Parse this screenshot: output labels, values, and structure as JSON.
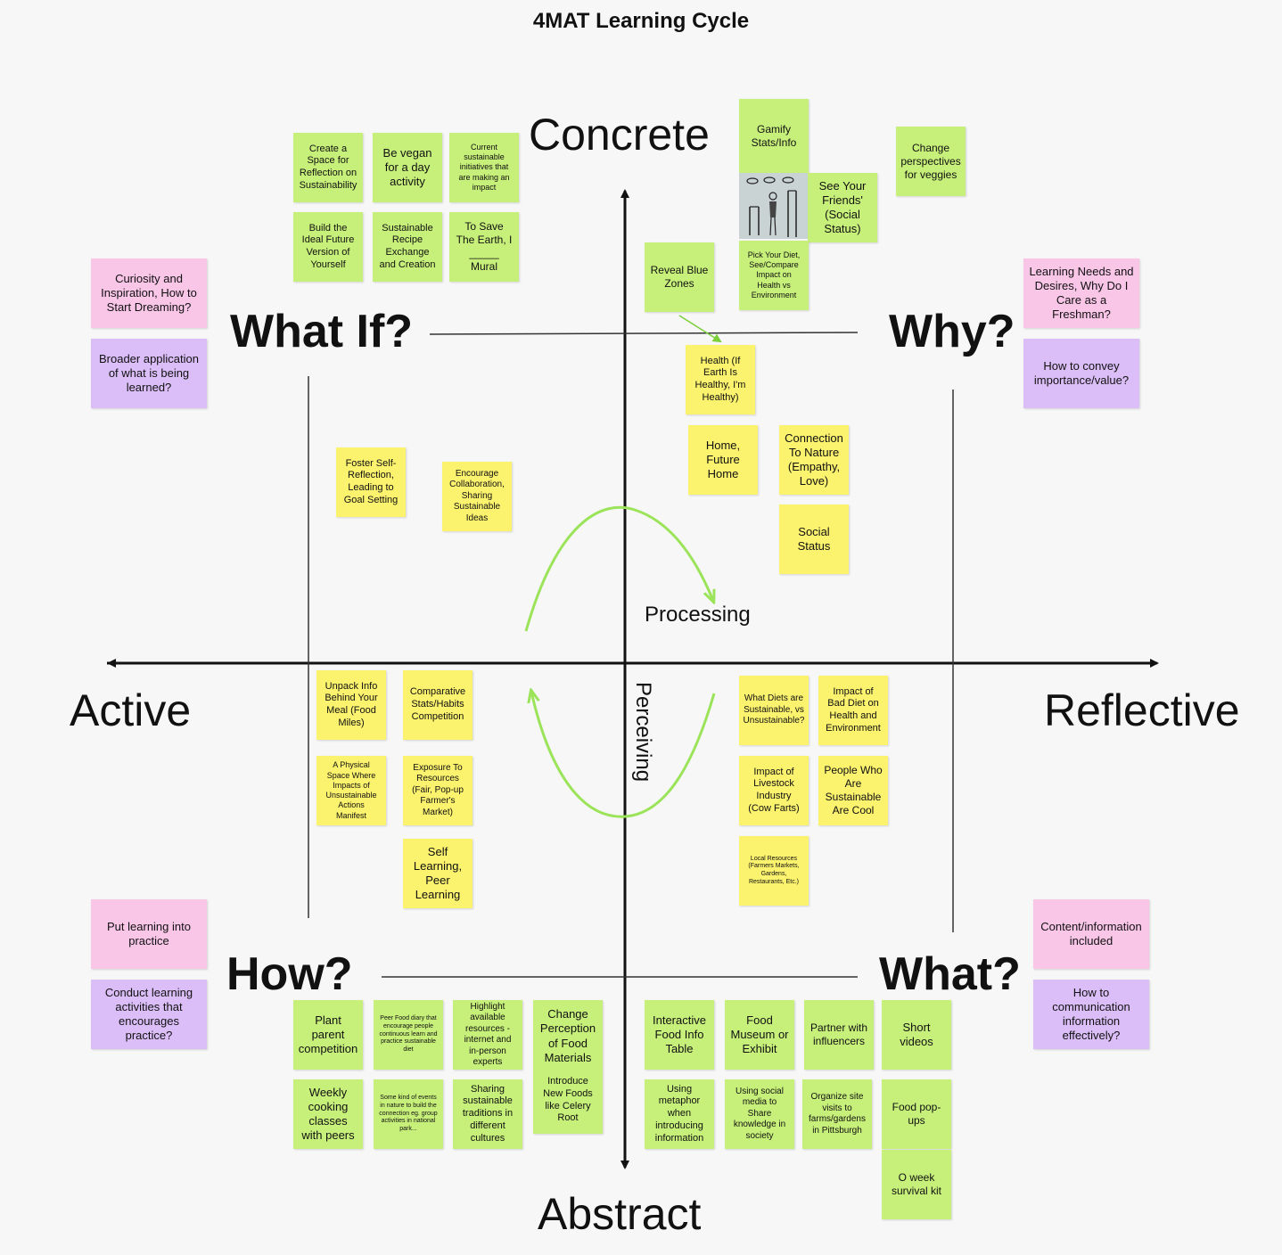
{
  "title": "4MAT Learning Cycle",
  "axes": {
    "top": "Concrete",
    "bottom": "Abstract",
    "left": "Active",
    "right": "Reflective",
    "horizontal": "Processing",
    "vertical": "Perceiving"
  },
  "quadrants": {
    "what_if": "What If?",
    "why": "Why?",
    "how": "How?",
    "what": "What?"
  },
  "colors": {
    "green_note": "#c7f07a",
    "yellow_note": "#fbf26e",
    "pink_note": "#f9c6e8",
    "purple_note": "#dbbef8",
    "curve": "#9be45a"
  },
  "notes": {
    "curiosity": "Curiosity and Inspiration, How to Start Dreaming?",
    "broader": "Broader application of what is being learned?",
    "learning_needs": "Learning Needs and Desires, Why Do I Care as a Freshman?",
    "convey": "How to convey importance/value?",
    "put_practice": "Put learning into practice",
    "conduct": "Conduct learning activities that encourages practice?",
    "content": "Content/information included",
    "communication": "How to communication information effectively?",
    "space_reflection": "Create a Space for Reflection on Sustainability",
    "vegan": "Be vegan for a day activity",
    "current_initiatives": "Current sustainable initiatives that are making an impact",
    "ideal_future": "Build the Ideal Future Version of Yourself",
    "recipe_exchange": "Sustainable Recipe Exchange and Creation",
    "save_earth": "To Save The Earth, I _____ Mural",
    "foster": "Foster Self-Reflection, Leading to Goal Setting",
    "encourage": "Encourage Collaboration, Sharing Sustainable Ideas",
    "gamify": "Gamify Stats/Info",
    "change_perspectives": "Change perspectives for veggies",
    "see_friends": "See Your Friends' (Social Status)",
    "pick_diet": "Pick Your Diet, See/Compare Impact on Health vs Environment",
    "blue_zones": "Reveal Blue Zones",
    "health": "Health (If Earth Is Healthy, I'm Healthy)",
    "home": "Home, Future Home",
    "connection": "Connection To Nature (Empathy, Love)",
    "social_status": "Social Status",
    "unpack": "Unpack Info Behind Your Meal (Food Miles)",
    "comparative": "Comparative Stats/Habits Competition",
    "physical_space": "A Physical Space Where Impacts of Unsustainable Actions Manifest",
    "exposure": "Exposure To Resources (Fair, Pop-up Farmer's Market)",
    "self_learning": "Self Learning, Peer Learning",
    "what_diets": "What Diets are Sustainable, vs Unsustainable?",
    "impact_bad_diet": "Impact of Bad Diet on Health and Environment",
    "livestock": "Impact of Livestock Industry (Cow Farts)",
    "people_cool": "People Who Are Sustainable Are Cool",
    "local_resources": "Local Resources (Farmers Markets, Gardens, Restaurants, Etc.)",
    "plant_parent": "Plant parent competition",
    "peer_diary": "Peer Food diary that encourage people continuous learn and practice sustainable diet",
    "highlight": "Highlight available resources - internet and in-person experts",
    "change_perception": "Change Perception of Food Materials",
    "introduce": "Introduce New Foods like Celery Root",
    "cooking": "Weekly cooking classes with peers",
    "nature_events": "Some kind of events in nature to build the connection eg. group activities in national park...",
    "traditions": "Sharing sustainable traditions in different cultures",
    "interactive": "Interactive Food Info Table",
    "museum": "Food Museum or Exhibit",
    "influencers": "Partner with influencers",
    "short_videos": "Short videos",
    "metaphor": "Using metaphor when introducing information",
    "social_media": "Using social media to Share knowledge in society",
    "site_visits": "Organize site visits to farms/gardens in Pittsburgh",
    "popups": "Food pop-ups",
    "oweek": "O week survival kit"
  }
}
